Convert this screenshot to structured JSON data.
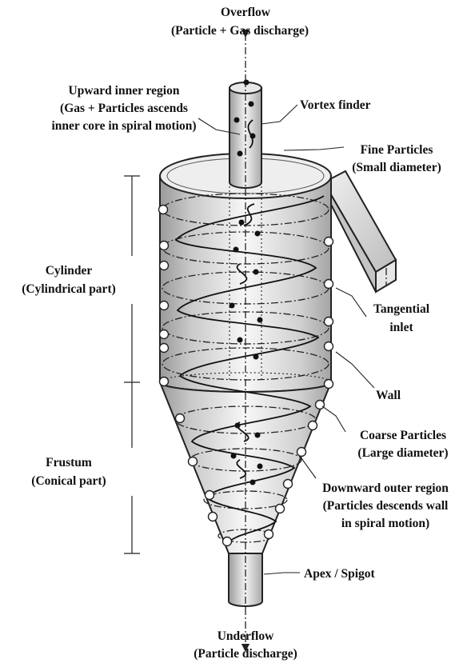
{
  "labels": {
    "overflow_title": "Overflow",
    "overflow_sub": "(Particle + Gas discharge)",
    "upward_1": "Upward inner region",
    "upward_2": "(Gas + Particles ascends",
    "upward_3": "inner core in spiral motion)",
    "vortex_finder": "Vortex finder",
    "fine_1": "Fine Particles",
    "fine_2": "(Small diameter)",
    "cylinder_1": "Cylinder",
    "cylinder_2": "(Cylindrical part)",
    "tangential_1": "Tangential",
    "tangential_2": "inlet",
    "wall": "Wall",
    "coarse_1": "Coarse Particles",
    "coarse_2": "(Large diameter)",
    "frustum_1": "Frustum",
    "frustum_2": "(Conical part)",
    "downward_1": "Downward outer region",
    "downward_2": "(Particles descends wall",
    "downward_3": "in spiral motion)",
    "apex": "Apex / Spigot",
    "underflow_title": "Underflow",
    "underflow_sub": "(Particle discharge)"
  },
  "colors": {
    "ink": "#111111",
    "body_fill": "#cfcfcf",
    "body_light": "#f4f4f4",
    "particle_fine": "#111111",
    "particle_coarse": "#ffffff"
  }
}
